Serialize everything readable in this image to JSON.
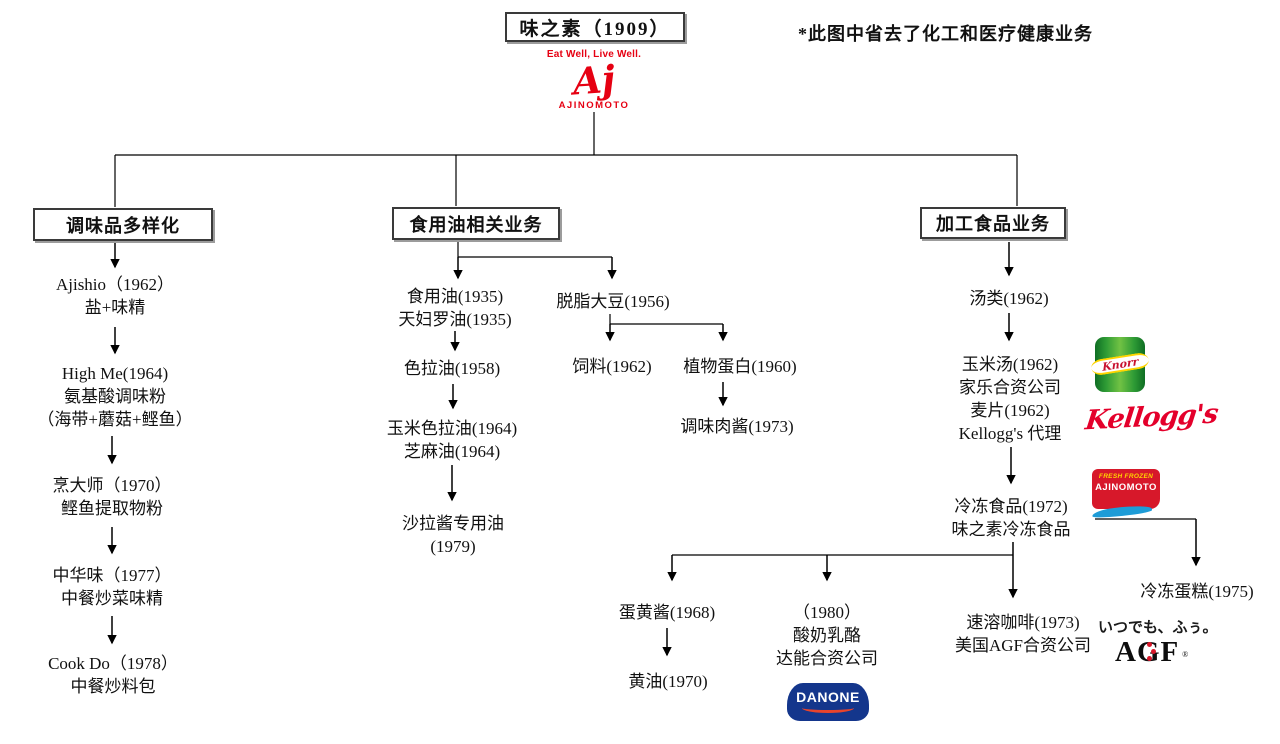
{
  "annotation": "*此图中省去了化工和医疗健康业务",
  "root": {
    "title": "味之素（1909）",
    "logo_tagline": "Eat Well, Live Well.",
    "logo_monogram": "Aj",
    "logo_brand": "AJINOMOTO"
  },
  "seasoning": {
    "header": "调味品多样化",
    "nodes": [
      {
        "lines": [
          "Ajishio（1962）",
          "盐+味精"
        ]
      },
      {
        "lines": [
          "High Me(1964)",
          "氨基酸调味粉",
          "（海带+蘑菇+鲣鱼）"
        ]
      },
      {
        "lines": [
          "烹大师（1970）",
          "鲣鱼提取物粉"
        ]
      },
      {
        "lines": [
          "中华味（1977）",
          "中餐炒菜味精"
        ]
      },
      {
        "lines": [
          "Cook Do（1978）",
          "中餐炒料包"
        ]
      }
    ]
  },
  "oil": {
    "header": "食用油相关业务",
    "nodes": [
      {
        "lines": [
          "食用油(1935)",
          "天妇罗油(1935)"
        ]
      },
      {
        "lines": [
          "色拉油(1958)"
        ]
      },
      {
        "lines": [
          "玉米色拉油(1964)",
          "芝麻油(1964)"
        ]
      },
      {
        "lines": [
          "沙拉酱专用油",
          "(1979)"
        ]
      },
      {
        "lines": [
          "脱脂大豆(1956)"
        ]
      },
      {
        "lines": [
          "饲料(1962)"
        ]
      },
      {
        "lines": [
          "植物蛋白(1960)"
        ]
      },
      {
        "lines": [
          "调味肉酱(1973)"
        ]
      }
    ]
  },
  "processed": {
    "header": "加工食品业务",
    "nodes": [
      {
        "lines": [
          "汤类(1962)"
        ]
      },
      {
        "lines": [
          "玉米汤(1962)",
          "家乐合资公司",
          "麦片(1962)",
          "Kellogg's 代理"
        ]
      },
      {
        "lines": [
          "冷冻食品(1972)",
          "味之素冷冻食品"
        ]
      },
      {
        "lines": [
          "冷冻蛋糕(1975)"
        ]
      },
      {
        "lines": [
          "蛋黄酱(1968)"
        ]
      },
      {
        "lines": [
          "黄油(1970)"
        ]
      },
      {
        "lines": [
          "（1980）",
          "酸奶乳酪",
          "达能合资公司"
        ]
      },
      {
        "lines": [
          "速溶咖啡(1973)",
          "美国AGF合资公司"
        ]
      }
    ]
  },
  "logos": {
    "knorr": "Knorr",
    "kelloggs": "Kellogg's",
    "fresh_frozen_line1": "FRESH FROZEN",
    "fresh_frozen_line2": "AJINOMOTO",
    "danone": "DANONE",
    "agf_slogan": "いつでも、ふぅ。",
    "agf": "AGF",
    "agf_reg": "®"
  },
  "colors": {
    "ajinomoto_red": "#e60012",
    "knorr_green": "#2e9b35",
    "kelloggs_red": "#e4002b",
    "danone_blue": "#14368c",
    "agf_dot_red": "#d7182a",
    "wave_blue": "#1e9cd7",
    "line_black": "#000000"
  }
}
